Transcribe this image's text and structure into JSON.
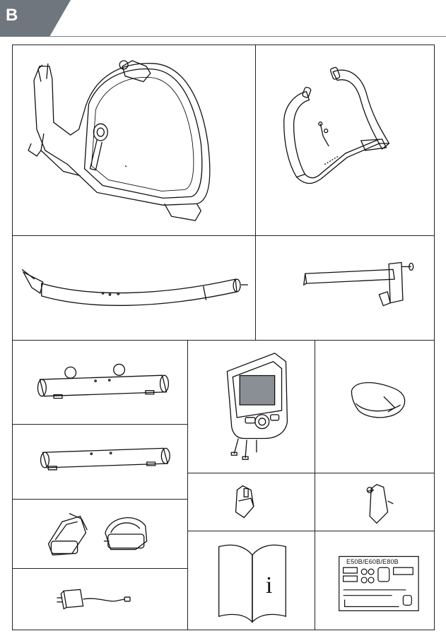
{
  "section": {
    "letter": "B",
    "tab_color": "#6f767d"
  },
  "manual": {
    "symbol": "i"
  },
  "toolbox": {
    "model_label": "E50B/E60B/E80B"
  },
  "parts": [
    {
      "icon": "bike-main-frame-icon"
    },
    {
      "icon": "handlebar-icon"
    },
    {
      "icon": "seat-post-tube-icon"
    },
    {
      "icon": "seat-slider-rail-icon"
    },
    {
      "icon": "front-stabilizer-icon"
    },
    {
      "icon": "console-icon"
    },
    {
      "icon": "seat-saddle-icon"
    },
    {
      "icon": "rear-stabilizer-icon"
    },
    {
      "icon": "pedals-icon"
    },
    {
      "icon": "adjustment-knob-icon"
    },
    {
      "icon": "seat-adjustment-lever-icon"
    },
    {
      "icon": "power-adapter-icon"
    },
    {
      "icon": "owners-manual-icon"
    },
    {
      "icon": "tool-kit-icon"
    }
  ]
}
